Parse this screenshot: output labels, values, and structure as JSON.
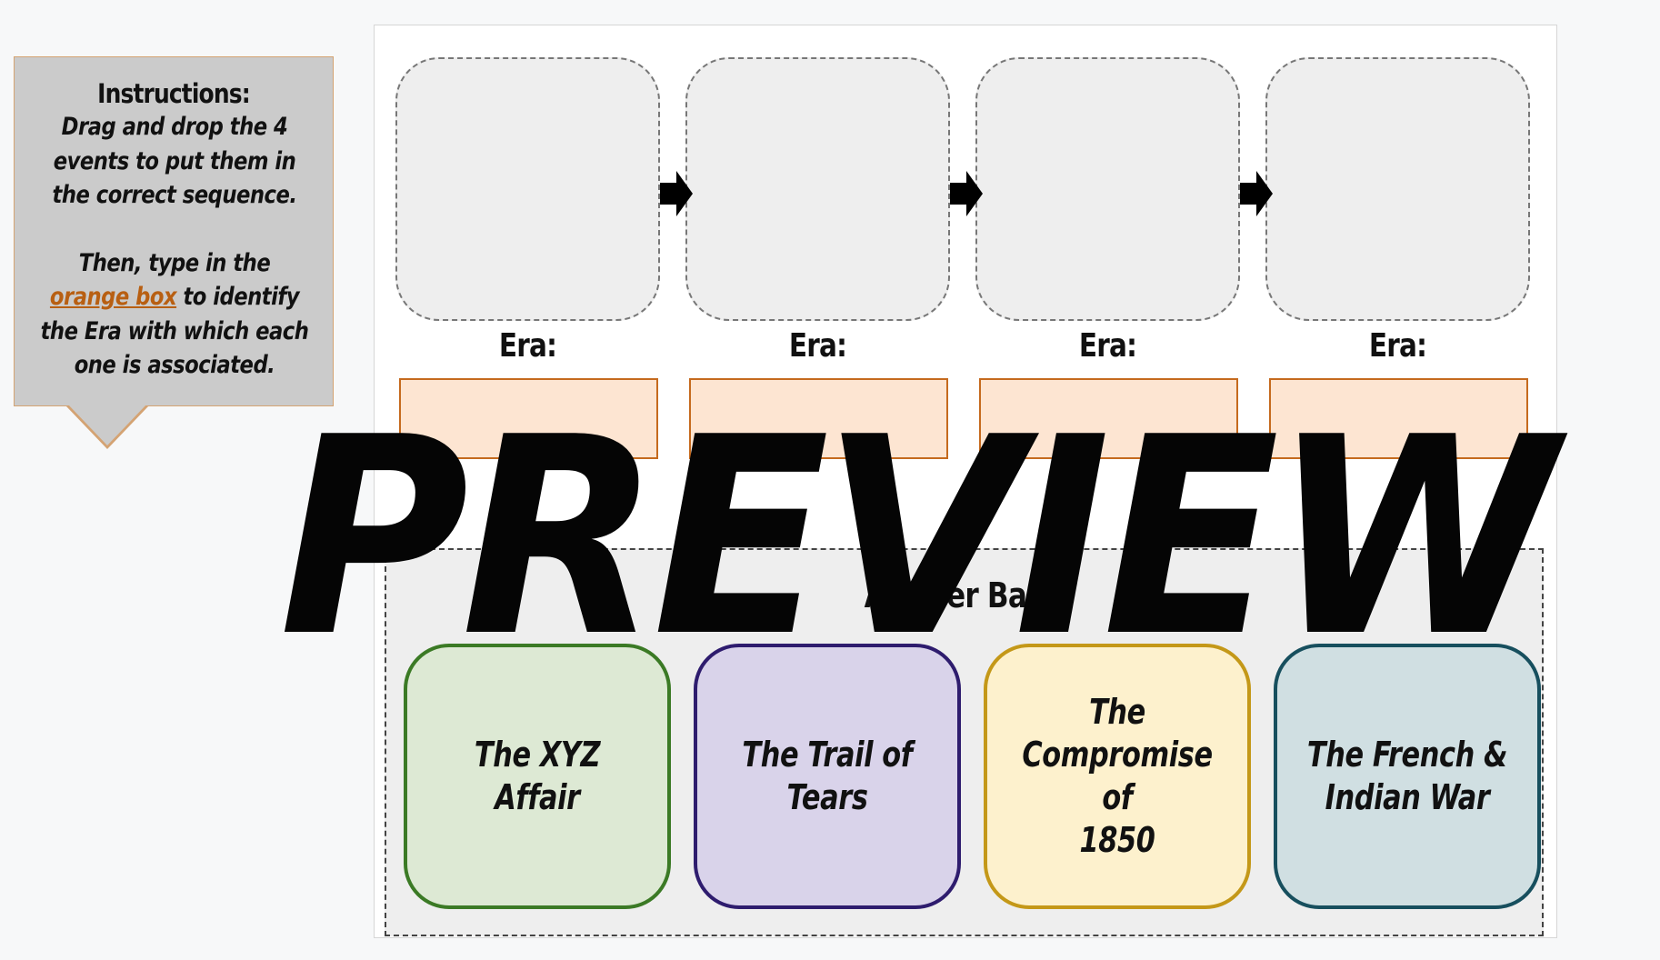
{
  "instructions": {
    "title": "Instructions:",
    "line1": "Drag and drop the 4",
    "line2": "events to put them in",
    "line3": "the correct sequence.",
    "line4": "Then, type in the",
    "link_text": "orange box",
    "line5_rest": " to identify",
    "line6": "the Era with which each",
    "line7": "one is associated."
  },
  "timeline": {
    "era_labels": [
      "Era:",
      "Era:",
      "Era:",
      "Era:"
    ],
    "era_values": [
      "",
      "",
      "",
      ""
    ],
    "arrow_icon": "right-arrow-icon"
  },
  "answer_bank": {
    "title": "Answer Bank",
    "cards": [
      {
        "line1": "The XYZ Affair",
        "line2": "",
        "line3": "",
        "fill": "#dde9d4",
        "border": "#3b7a25"
      },
      {
        "line1": "The Trail of",
        "line2": "Tears",
        "line3": "",
        "fill": "#d9d3ea",
        "border": "#2e1c6e"
      },
      {
        "line1": "The",
        "line2": "Compromise of",
        "line3": "1850",
        "fill": "#fdf1cd",
        "border": "#c49818"
      },
      {
        "line1": "The French &",
        "line2": "Indian War",
        "line3": "",
        "fill": "#d0dfe2",
        "border": "#174f5e"
      }
    ]
  },
  "watermark": {
    "text": "PREVIEW"
  },
  "colors": {
    "era_box_fill": "#fde5d2",
    "era_box_border": "#c56a1e",
    "link_orange": "#b85f12",
    "slot_fill": "#eeeeee"
  }
}
